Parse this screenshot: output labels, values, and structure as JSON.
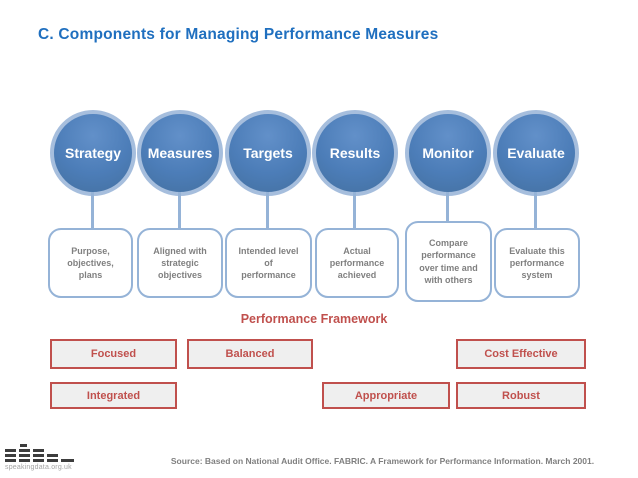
{
  "title": "C. Components for Managing Performance Measures",
  "stages": [
    {
      "label": "Strategy",
      "description": "Purpose, objectives, plans"
    },
    {
      "label": "Measures",
      "description": "Aligned with strategic objectives"
    },
    {
      "label": "Targets",
      "description": "Intended level of performance"
    },
    {
      "label": "Results",
      "description": "Actual performance achieved"
    },
    {
      "label": "Monitor",
      "description": "Compare performance over time and with others"
    },
    {
      "label": "Evaluate",
      "description": "Evaluate this performance system"
    }
  ],
  "framework": {
    "heading": "Performance Framework",
    "items": [
      {
        "label": "Focused"
      },
      {
        "label": "Balanced"
      },
      {
        "label": "Cost Effective"
      },
      {
        "label": "Integrated"
      },
      {
        "label": "Appropriate"
      },
      {
        "label": "Robust"
      }
    ]
  },
  "source": "Source: Based on National Audit Office. FABRIC. A Framework for Performance Information. March 2001.",
  "logo": {
    "text": "speakingdata.org.uk"
  },
  "colors": {
    "title_blue": "#1F6FBF",
    "circle_fill": "#4C7DB8",
    "circle_ring": "#A6BEDD",
    "connector_blue": "#95B3D7",
    "description_text": "#808080",
    "framework_red": "#C0504D",
    "framework_fill": "#EFEFEF",
    "source_gray": "#7F7F7F"
  }
}
